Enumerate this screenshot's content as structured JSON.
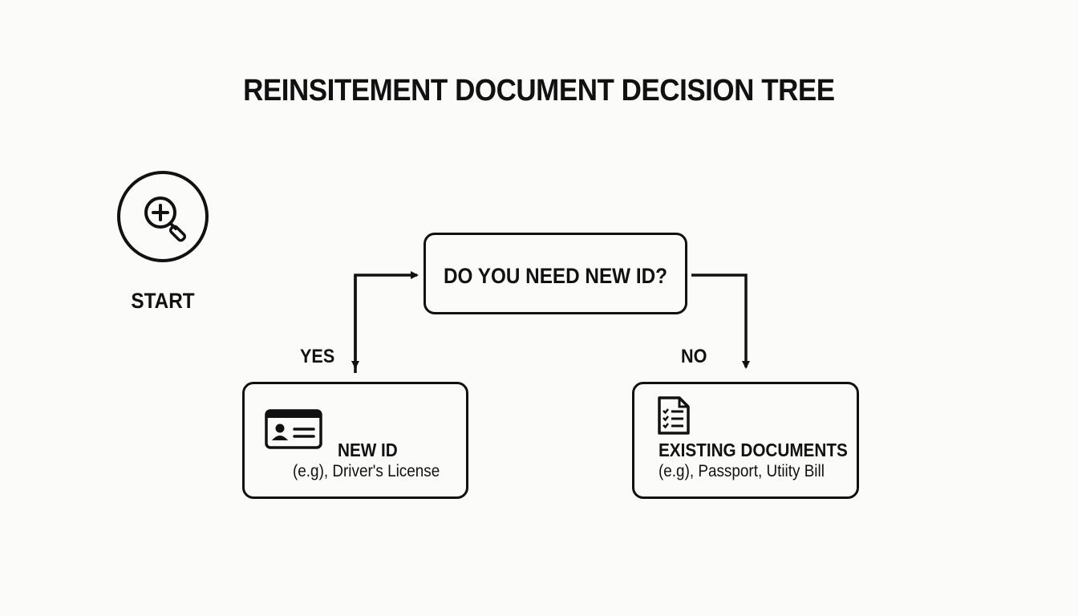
{
  "diagram": {
    "title": "REINSITEMENT DOCUMENT DECISION TREE",
    "start": {
      "label": "START",
      "icon": "magnifier-plus-icon"
    },
    "question": {
      "text": "DO YOU NEED NEW ID?"
    },
    "branches": {
      "yes": {
        "label": "YES",
        "title": "NEW ID",
        "subtitle": "(e.g), Driver's License",
        "icon": "id-card-icon"
      },
      "no": {
        "label": "NO",
        "title": "EXISTING DOCUMENTS",
        "subtitle": "(e.g), Passport, Utiity Bill",
        "icon": "checklist-document-icon"
      }
    },
    "colors": {
      "stroke": "#111111",
      "background": "#fbfbfa"
    }
  }
}
